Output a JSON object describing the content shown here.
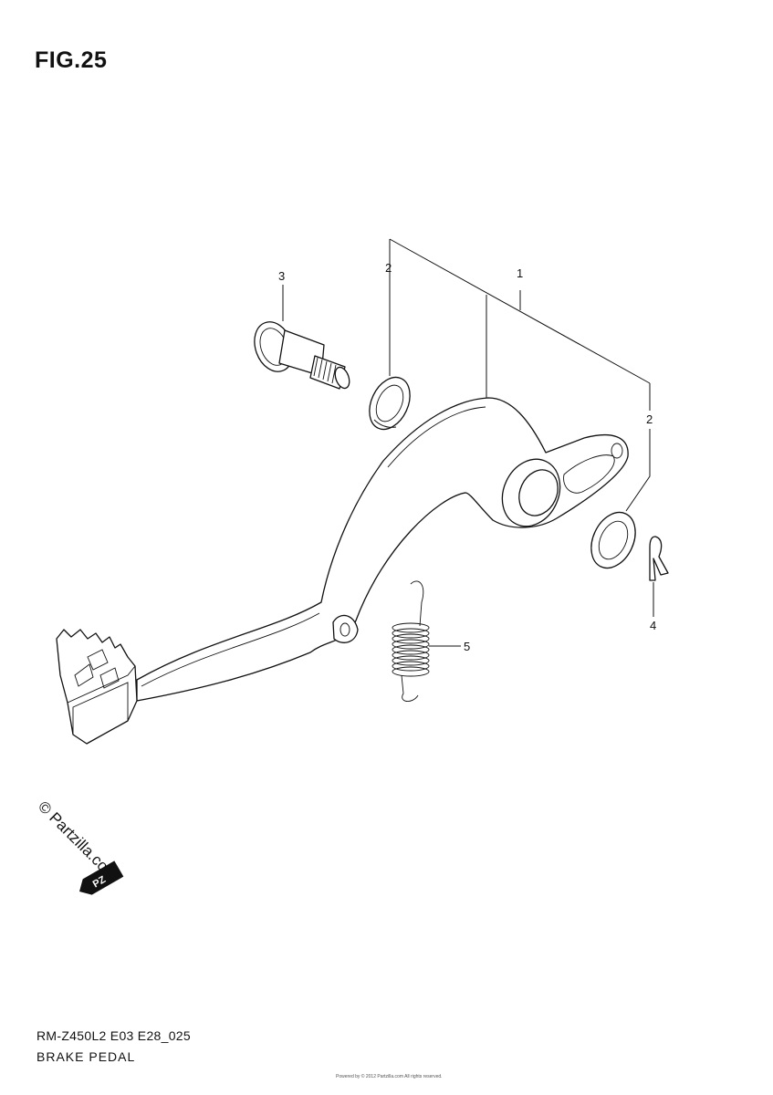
{
  "figure": {
    "title": "FIG.25",
    "model_code": "RM-Z450L2 E03 E28_025",
    "part_name": "BRAKE PEDAL"
  },
  "callouts": [
    {
      "id": "1",
      "label": "1"
    },
    {
      "id": "2a",
      "label": "2"
    },
    {
      "id": "2b",
      "label": "2"
    },
    {
      "id": "3",
      "label": "3"
    },
    {
      "id": "4",
      "label": "4"
    },
    {
      "id": "5",
      "label": "5"
    }
  ],
  "watermark": {
    "text": "© Partzilla.com",
    "badge": "PZ"
  },
  "footnote": "Powered by © 2012 Partzilla.com All rights reserved."
}
